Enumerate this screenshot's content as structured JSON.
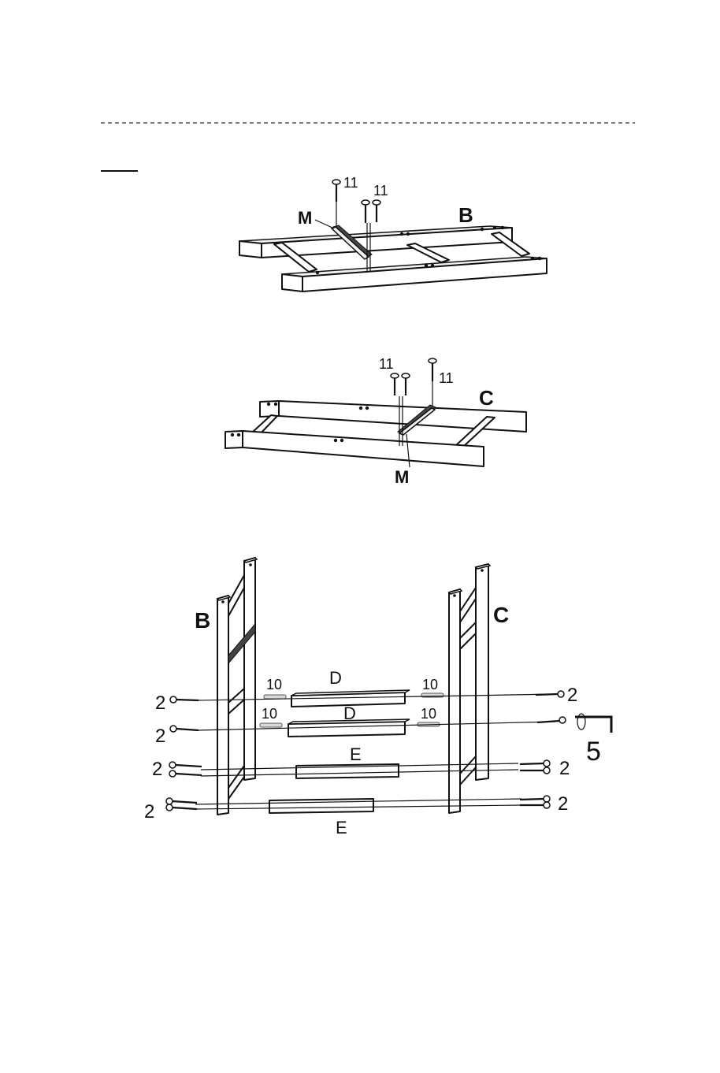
{
  "header_mark": "",
  "step1": {
    "screw_label_a": "11",
    "screw_label_b": "11",
    "part_label_bar": "M",
    "part_label_frame": "B"
  },
  "step2": {
    "screw_label_a": "11",
    "screw_label_b": "11",
    "part_label_bar": "M",
    "part_label_frame": "C"
  },
  "step3": {
    "panel_left": "B",
    "panel_right": "C",
    "rail_upper_1": "D",
    "rail_upper_2": "D",
    "rail_lower_1": "E",
    "rail_lower_2": "E",
    "dowel_label_l1": "10",
    "dowel_label_r1": "10",
    "dowel_label_l2": "10",
    "dowel_label_r2": "10",
    "bolt_label_l1": "2",
    "bolt_label_l2": "2",
    "bolt_label_l3": "2",
    "bolt_label_l4": "2",
    "bolt_label_r1": "2",
    "bolt_label_r3": "2",
    "bolt_label_r4": "2",
    "tool_label": "5"
  }
}
